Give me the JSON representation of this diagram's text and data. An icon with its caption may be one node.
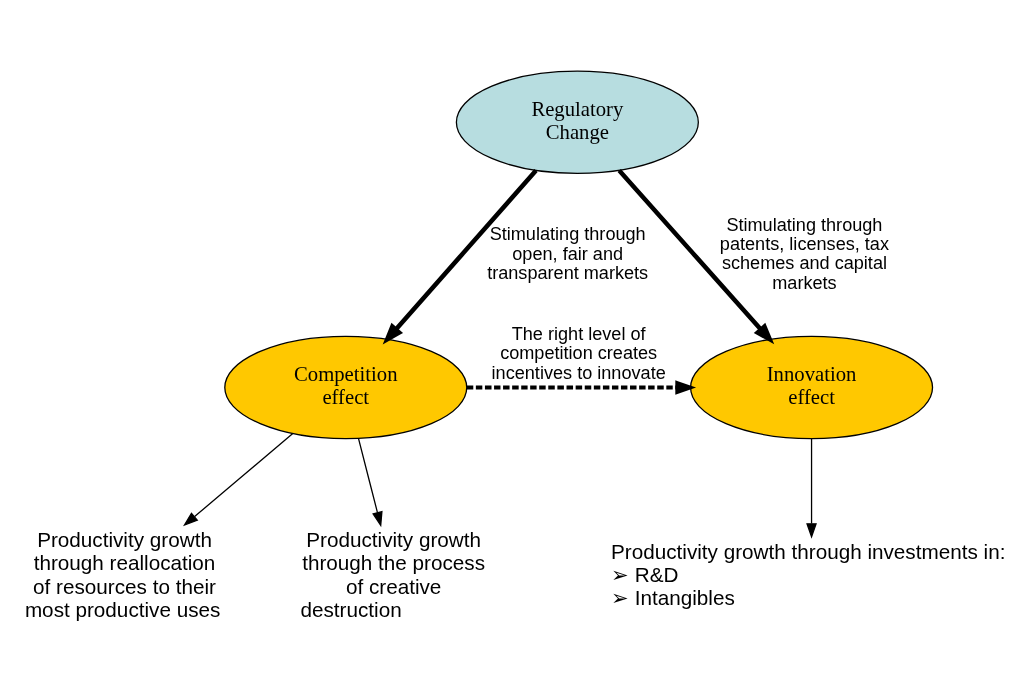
{
  "diagram": {
    "nodes": [
      {
        "text": [
          "Regulatory Change"
        ]
      },
      {
        "text": [
          "Competition effect"
        ]
      },
      {
        "text": [
          "Innovation effect"
        ]
      },
      {
        "text": [
          "Productivity growth through reallocation of resources to their most productive uses"
        ]
      },
      {
        "text": [
          "Productivity growth through the process of creative destruction"
        ]
      },
      {
        "text": [
          "Productivity growth through investments in:",
          "➢ R&D",
          "➢ Intangibles"
        ]
      }
    ],
    "edges": [
      {
        "from": 0,
        "to": 1,
        "arrow": "to",
        "label": "Stimulating through open, fair and transparent markets",
        "style": "thick"
      },
      {
        "from": 0,
        "to": 2,
        "arrow": "to",
        "label": "Stimulating through patents, licenses, tax schemes and capital markets",
        "style": "thick"
      },
      {
        "from": 1,
        "to": 2,
        "arrow": "to",
        "label": "The right level of competition creates incentives to innovate",
        "style": "dashed"
      },
      {
        "from": 1,
        "to": 3,
        "arrow": "to"
      },
      {
        "from": 1,
        "to": 4,
        "arrow": "to"
      },
      {
        "from": 2,
        "to": 5,
        "arrow": "to"
      }
    ]
  }
}
